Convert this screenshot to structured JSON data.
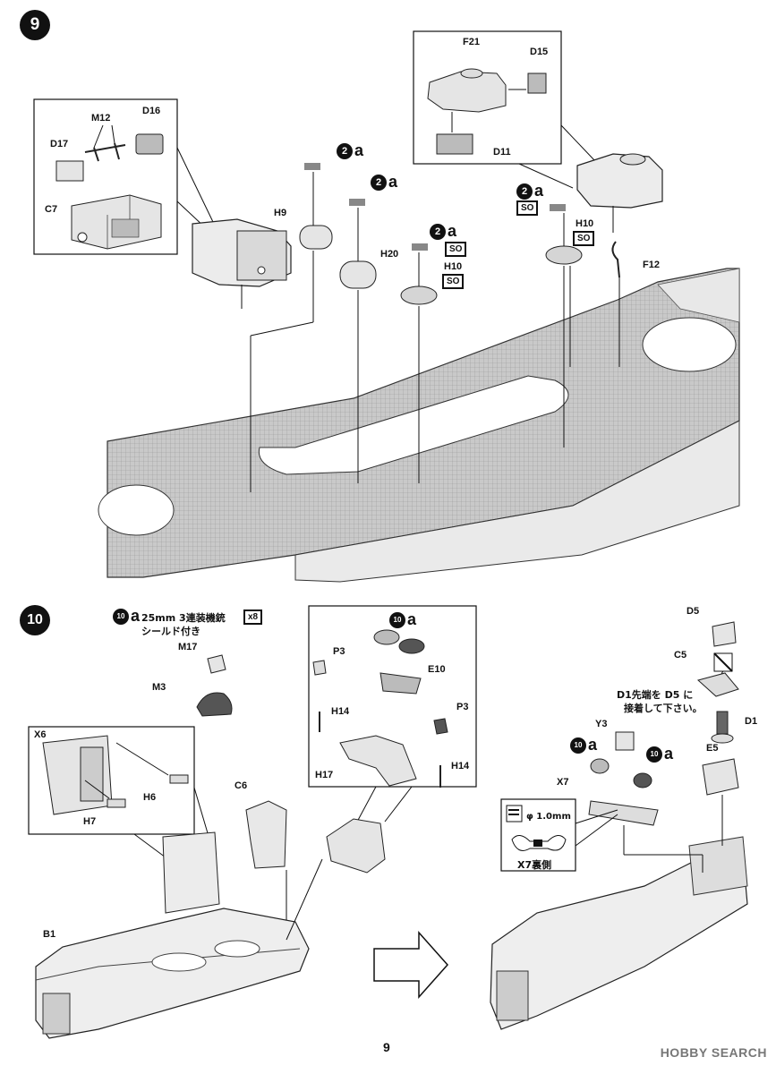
{
  "step9": {
    "number": "9"
  },
  "step10": {
    "number": "10"
  },
  "sub_a": "a",
  "sub2": "2",
  "sub10": "10",
  "so": "SO",
  "x8": "x8",
  "labels9": [
    "F21",
    "D15",
    "D11",
    "M12",
    "D16",
    "D17",
    "C7",
    "H9",
    "H20",
    "H10",
    "H10",
    "F12"
  ],
  "labels10": [
    "M17",
    "M3",
    "X6",
    "H6",
    "H7",
    "C6",
    "B1",
    "P3",
    "E10",
    "H14",
    "P3",
    "H17",
    "H14",
    "D5",
    "C5",
    "D1",
    "E5",
    "Y3",
    "X7",
    "X7裏側"
  ],
  "note10a": "25mm 3連装機銃",
  "note10b": "シールド付き",
  "note_d1a": "D1先端を D5 に",
  "note_d1b": "接着して下さい。",
  "drill": "φ 1.0mm",
  "page_number": "9",
  "watermark": "HOBBY SEARCH"
}
